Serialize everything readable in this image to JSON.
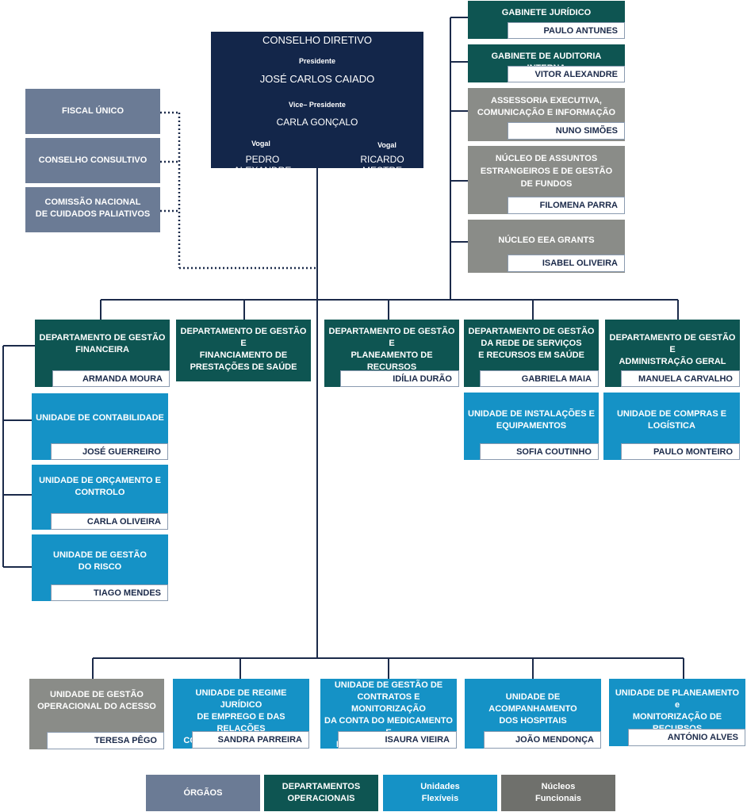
{
  "conselho": {
    "title": "CONSELHO DIRETIVO",
    "pres_role": "Presidente",
    "pres_name": "JOSÉ CARLOS CAIADO",
    "vice_role": "Vice– Presidente",
    "vice_name": "CARLA GONÇALO",
    "vogal_role": "Vogal",
    "vogal1_name": "PEDRO ALEXANDRE",
    "vogal2_name": "RICARDO MESTRE"
  },
  "orgaos": [
    {
      "title": "FISCAL ÚNICO"
    },
    {
      "title": "CONSELHO CONSULTIVO"
    },
    {
      "title": "COMISSÃO NACIONAL\nDE CUIDADOS PALIATIVOS"
    }
  ],
  "gabinetes": [
    {
      "title": "GABINETE JURÍDICO",
      "name": "PAULO ANTUNES"
    },
    {
      "title": "GABINETE DE AUDITORIA INTERNA",
      "name": "VITOR ALEXANDRE"
    },
    {
      "title": "ASSESSORIA EXECUTIVA,\nCOMUNICAÇÃO E INFORMAÇÃO",
      "name": "NUNO SIMÕES"
    },
    {
      "title": "NÚCLEO DE ASSUNTOS\nESTRANGEIROS E DE GESTÃO\nDE FUNDOS",
      "name": "FILOMENA PARRA"
    },
    {
      "title": "NÚCLEO EEA GRANTS",
      "name": "ISABEL OLIVEIRA"
    }
  ],
  "departamentos": [
    {
      "title": "DEPARTAMENTO DE GESTÃO\nFINANCEIRA",
      "name": "ARMANDA MOURA"
    },
    {
      "title": "DEPARTAMENTO DE GESTÃO E\nFINANCIAMENTO DE\nPRESTAÇÕES DE SAÚDE"
    },
    {
      "title": "DEPARTAMENTO DE GESTÃO E\nPLANEAMENTO DE RECURSOS\nHUMANOS NA SAÚDE",
      "name": "IDÍLIA DURÃO"
    },
    {
      "title": "DEPARTAMENTO DE GESTÃO\nDA REDE DE SERVIÇOS\nE RECURSOS EM SAÚDE",
      "name": "GABRIELA MAIA"
    },
    {
      "title": "DEPARTAMENTO DE GESTÃO E\nADMINISTRAÇÃO GERAL",
      "name": "MANUELA CARVALHO"
    }
  ],
  "unidades_fin": [
    {
      "title": "UNIDADE DE CONTABILIDADE",
      "name": "JOSÉ GUERREIRO"
    },
    {
      "title": "UNIDADE DE ORÇAMENTO E\nCONTROLO",
      "name": "CARLA OLIVEIRA"
    },
    {
      "title": "UNIDADE DE GESTÃO\nDO RISCO",
      "name": "TIAGO MENDES"
    }
  ],
  "unidades_dep": [
    {
      "title": "UNIDADE DE INSTALAÇÕES E\nEQUIPAMENTOS",
      "name": "SOFIA COUTINHO"
    },
    {
      "title": "UNIDADE DE COMPRAS E\nLOGÍSTICA",
      "name": "PAULO MONTEIRO"
    }
  ],
  "unidades_bottom": [
    {
      "title": "UNIDADE DE GESTÃO\nOPERACIONAL DO ACESSO",
      "name": "TERESA PÊGO"
    },
    {
      "title": "UNIDADE DE REGIME JURÍDICO\nDE EMPREGO E DAS RELAÇÕES\nCOLETIVAS DE TRABALHO",
      "name": "SANDRA PARREIRA"
    },
    {
      "title": "UNIDADE DE GESTÃO DE\nCONTRATOS E MONITORIZAÇÃO\nDA CONTA DO MEDICAMENTO E\nDISPOSITIVOS MÉDICOS",
      "name": "ISAURA VIEIRA"
    },
    {
      "title": "UNIDADE DE ACOMPANHAMENTO\nDOS HOSPITAIS",
      "name": "JOÃO MENDONÇA"
    },
    {
      "title": "UNIDADE DE PLANEAMENTO e\nMONITORIZAÇÃO DE RECURSOS\nHUMANOS DA SAÚDE",
      "name": "ANTÓNIO ALVES"
    }
  ],
  "legend": [
    {
      "label": "ÓRGÃOS",
      "color": "#6b7b95"
    },
    {
      "label": "DEPARTAMENTOS\nOPERACIONAIS",
      "color": "#0e5552"
    },
    {
      "label": "Unidades\nFlexíveis",
      "color": "#1592c6"
    },
    {
      "label": "Núcleos\nFuncionais",
      "color": "#8a8c88"
    }
  ]
}
